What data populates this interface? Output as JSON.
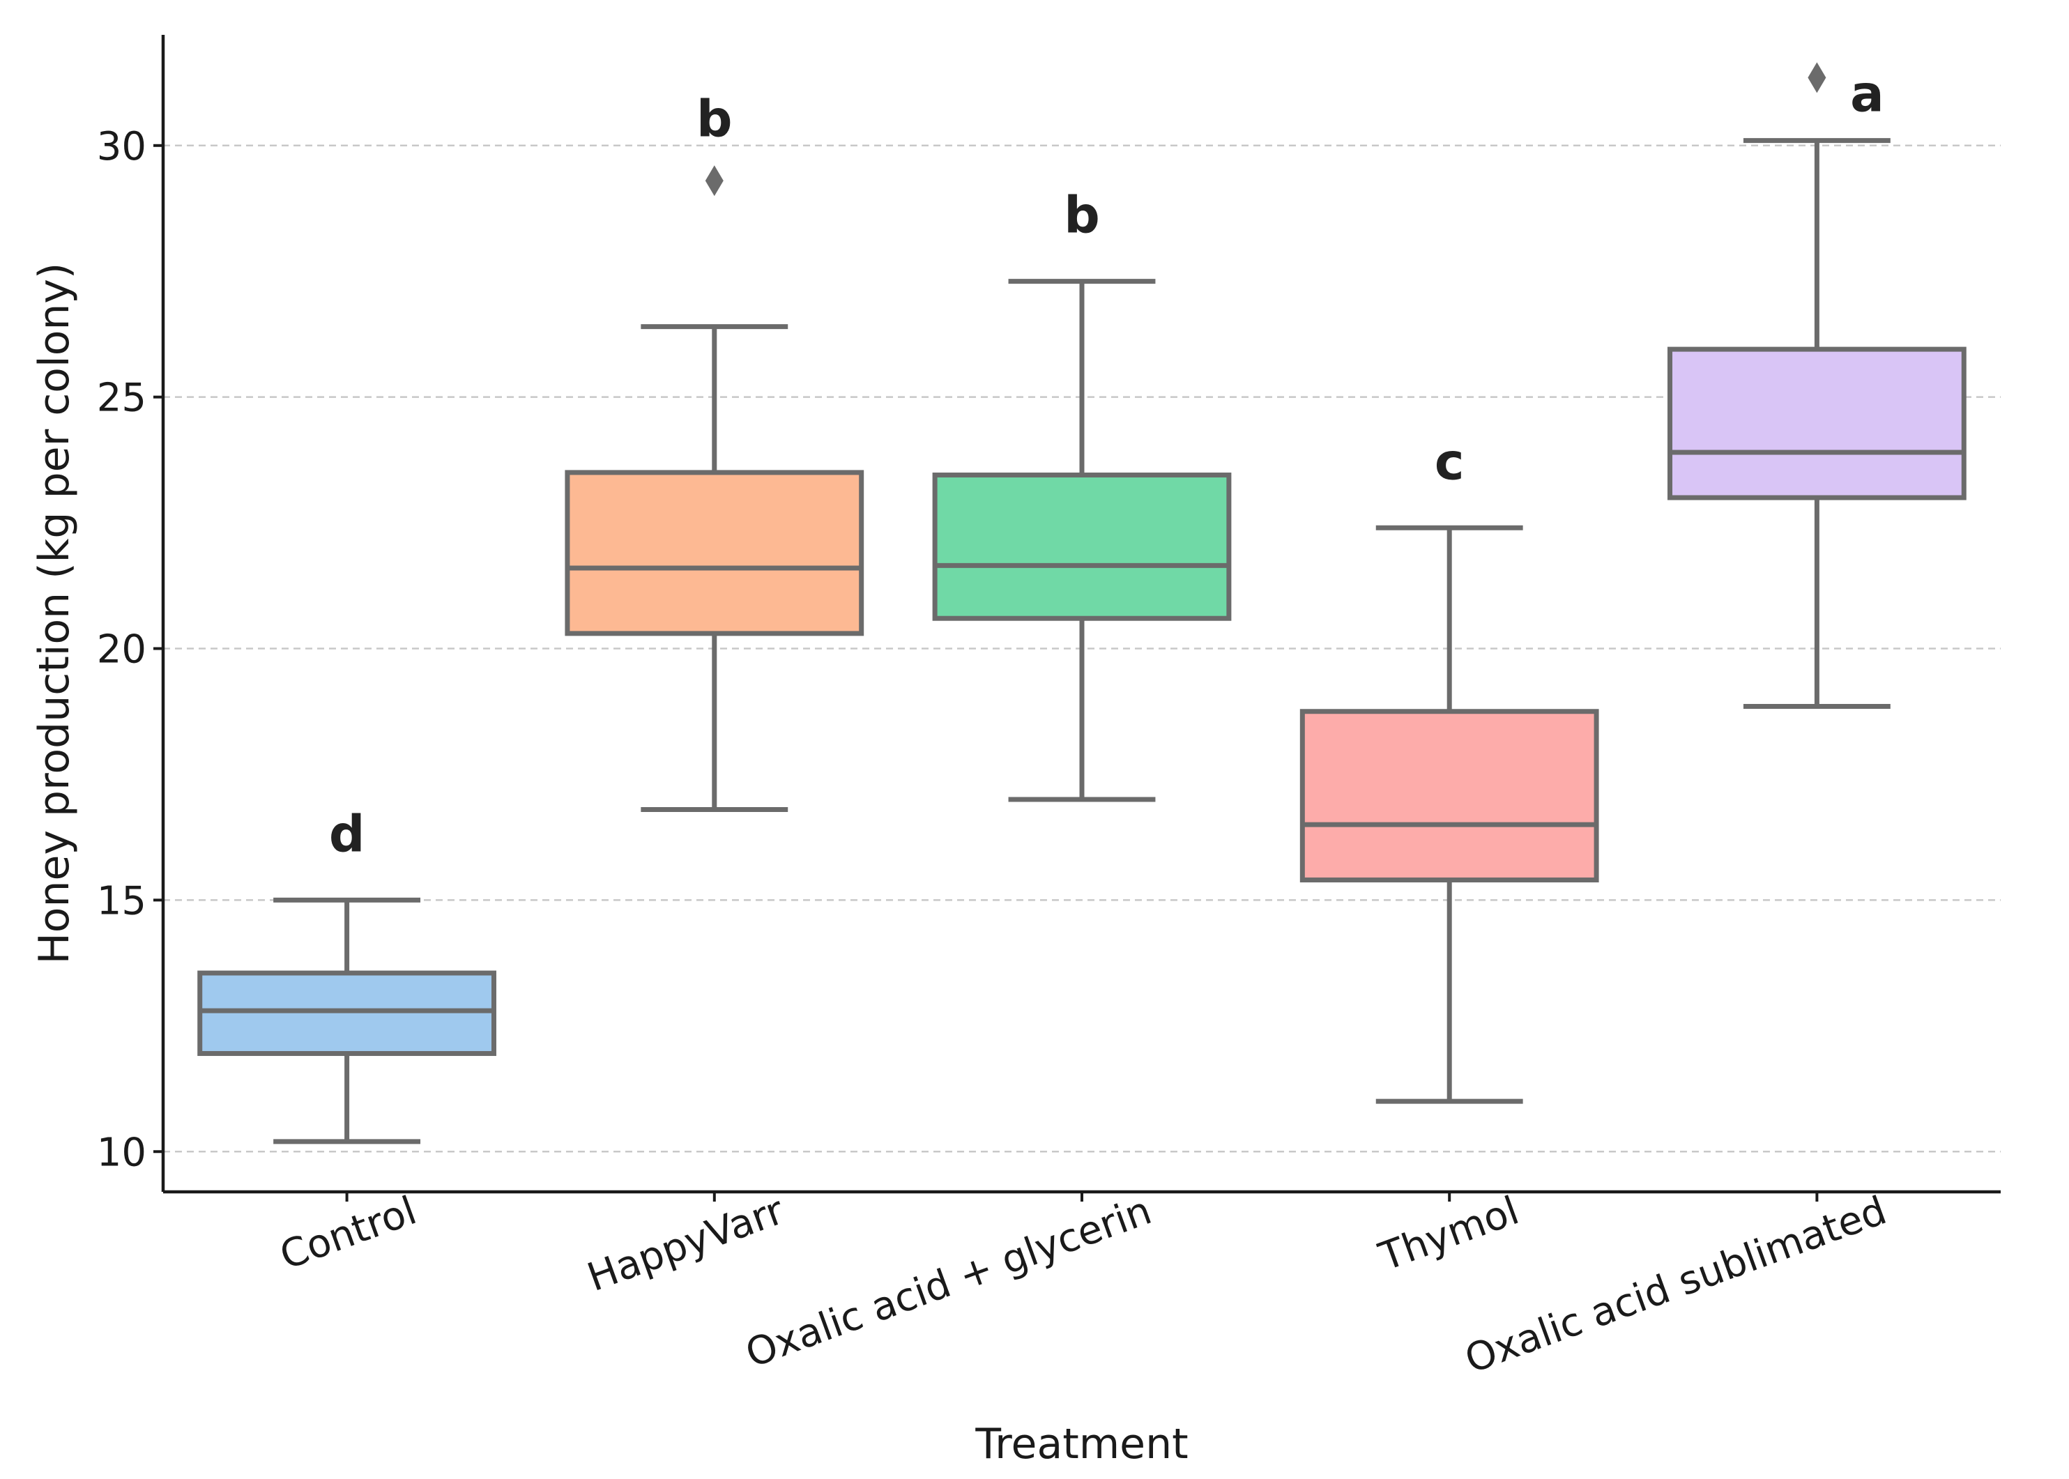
{
  "chart_data": {
    "type": "box",
    "xlabel": "Treatment",
    "ylabel": "Honey production (kg per colony)",
    "ylim": [
      9.2,
      32.2
    ],
    "yticks": [
      10,
      15,
      20,
      25,
      30
    ],
    "grid": "horizontal dashed",
    "categories": [
      "Control",
      "HappyVarr",
      "Oxalic acid + glycerin",
      "Thymol",
      "Oxalic acid sublimated"
    ],
    "boxes": [
      {
        "category": "Control",
        "whisker_low": 10.2,
        "q1": 11.95,
        "median": 12.8,
        "q3": 13.55,
        "whisker_high": 15.0,
        "outliers": [],
        "letter": "d",
        "color": "#9fc9ee"
      },
      {
        "category": "HappyVarr",
        "whisker_low": 16.8,
        "q1": 20.3,
        "median": 21.6,
        "q3": 23.5,
        "whisker_high": 26.4,
        "outliers": [
          29.3
        ],
        "letter": "b",
        "color": "#fdb993"
      },
      {
        "category": "Oxalic acid + glycerin",
        "whisker_low": 17.0,
        "q1": 20.6,
        "median": 21.65,
        "q3": 23.45,
        "whisker_high": 27.3,
        "outliers": [],
        "letter": "b",
        "color": "#70d9a6"
      },
      {
        "category": "Thymol",
        "whisker_low": 11.0,
        "q1": 15.4,
        "median": 16.5,
        "q3": 18.75,
        "whisker_high": 22.4,
        "outliers": [],
        "letter": "c",
        "color": "#fdacaa"
      },
      {
        "category": "Oxalic acid sublimated",
        "whisker_low": 18.85,
        "q1": 23.0,
        "median": 23.9,
        "q3": 25.95,
        "whisker_high": 30.1,
        "outliers": [
          31.35
        ],
        "letter": "a",
        "color": "#d9c5f6"
      }
    ]
  }
}
